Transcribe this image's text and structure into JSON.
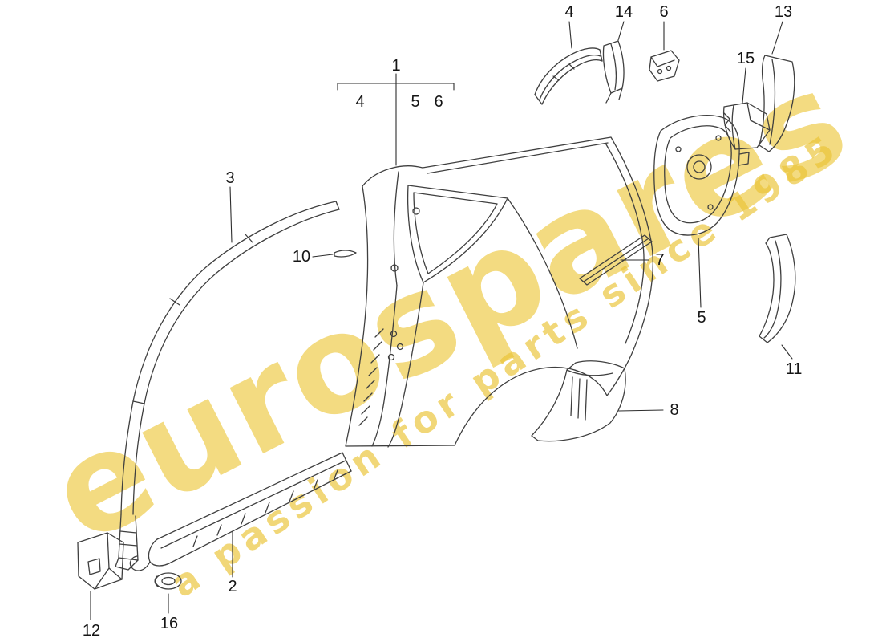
{
  "diagram": {
    "watermark": {
      "brand": "eurospares",
      "tagline": "a passion for parts since 1985",
      "color": "rgba(234,196,53,0.78)"
    },
    "callouts": {
      "part1": "1",
      "part2": "2",
      "part3": "3",
      "part4_top": "4",
      "part5": "5",
      "part6_top": "6",
      "part7": "7",
      "part8": "8",
      "part10": "10",
      "part11": "11",
      "part12": "12",
      "part13": "13",
      "part14": "14",
      "part15": "15",
      "part16": "16",
      "group1_sub4": "4",
      "group1_sub5": "5",
      "group1_sub6": "6"
    }
  }
}
